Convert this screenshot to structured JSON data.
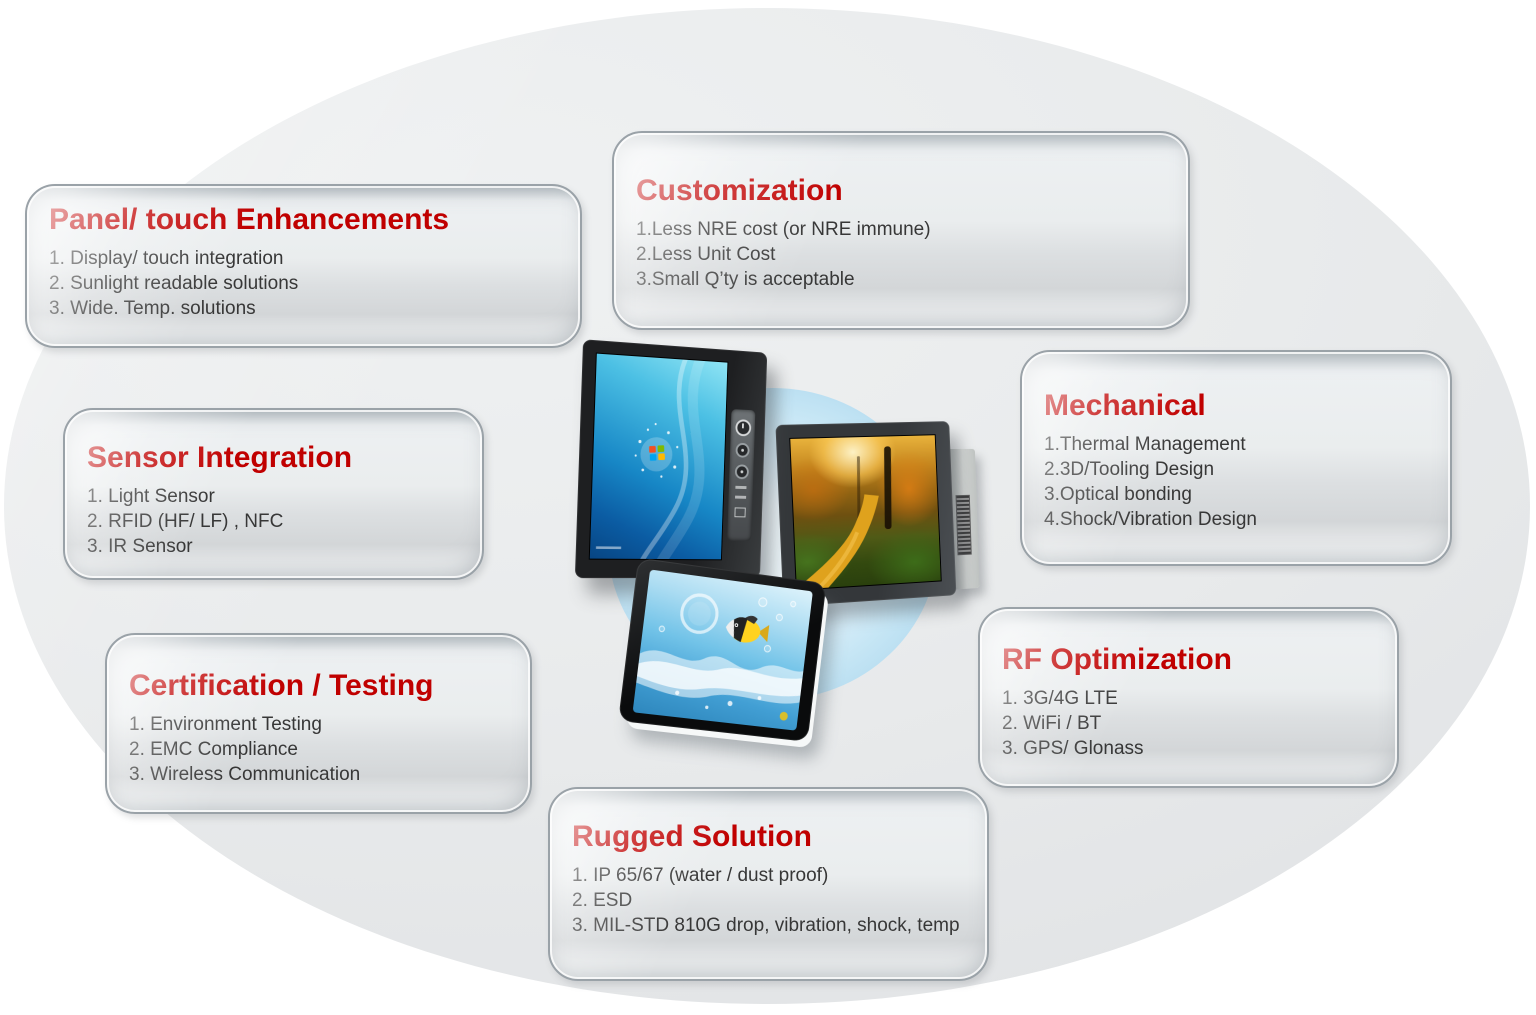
{
  "cards": [
    {
      "id": "panel-touch-enhancements",
      "title": "Panel/ touch Enhancements",
      "items": [
        "1. Display/ touch integration",
        "2. Sunlight readable solutions",
        "3. Wide. Temp. solutions"
      ]
    },
    {
      "id": "customization",
      "title": "Customization",
      "items": [
        "1.Less NRE cost (or NRE immune)",
        "2.Less Unit Cost",
        "3.Small Q’ty is acceptable"
      ]
    },
    {
      "id": "mechanical",
      "title": "Mechanical",
      "items": [
        "1.Thermal Management",
        "2.3D/Tooling Design",
        "3.Optical bonding",
        "4.Shock/Vibration Design"
      ]
    },
    {
      "id": "sensor-integration",
      "title": "Sensor Integration",
      "items": [
        "1. Light Sensor",
        "2. RFID (HF/ LF) , NFC",
        "3. IR Sensor"
      ]
    },
    {
      "id": "certification-testing",
      "title": "Certification / Testing",
      "items": [
        "1. Environment Testing",
        "2. EMC Compliance",
        "3. Wireless Communication"
      ]
    },
    {
      "id": "rf-optimization",
      "title": "RF Optimization",
      "items": [
        "1. 3G/4G LTE",
        "2. WiFi / BT",
        "3. GPS/ Glonass"
      ]
    },
    {
      "id": "rugged-solution",
      "title": "Rugged Solution",
      "items": [
        "1. IP 65/67 (water / dust proof)",
        "2. ESD",
        "3. MIL-STD 810G drop, vibration, shock, temp"
      ]
    }
  ],
  "center_images": [
    {
      "name": "panel-pc-blue-windows-screen-photo"
    },
    {
      "name": "panel-pc-autumn-forest-screen-photo"
    },
    {
      "name": "rugged-tablet-water-fish-screen-photo"
    }
  ],
  "colors": {
    "accent_red": "#c00000",
    "body_text": "#373737",
    "ellipse_gray": "#e9ebec",
    "circle_blue": "#cde8f6"
  }
}
